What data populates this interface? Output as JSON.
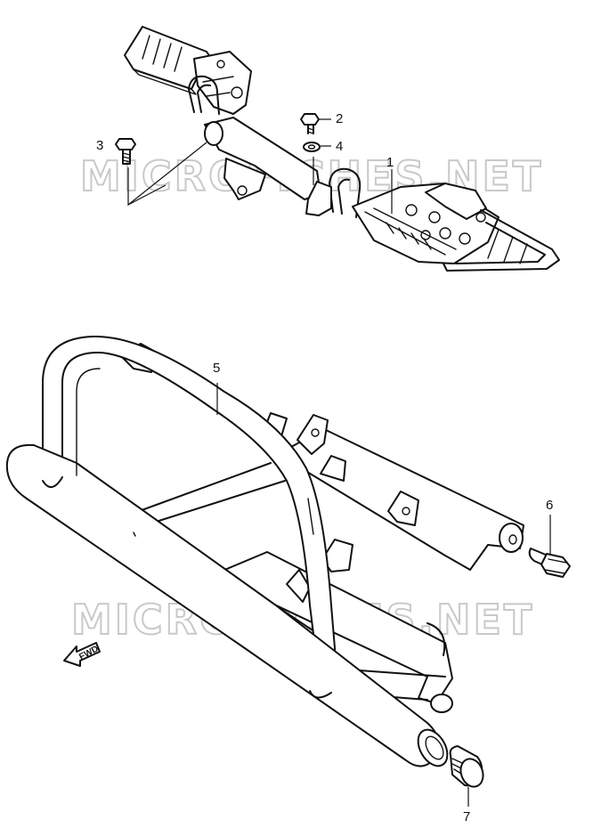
{
  "diagram": {
    "watermark": "MICROFICHES.NET",
    "direction_label": "FWD",
    "callouts": [
      {
        "id": "1",
        "label": "1"
      },
      {
        "id": "2",
        "label": "2"
      },
      {
        "id": "3",
        "label": "3"
      },
      {
        "id": "4",
        "label": "4"
      },
      {
        "id": "5",
        "label": "5"
      },
      {
        "id": "6",
        "label": "6"
      },
      {
        "id": "7",
        "label": "7"
      }
    ]
  }
}
